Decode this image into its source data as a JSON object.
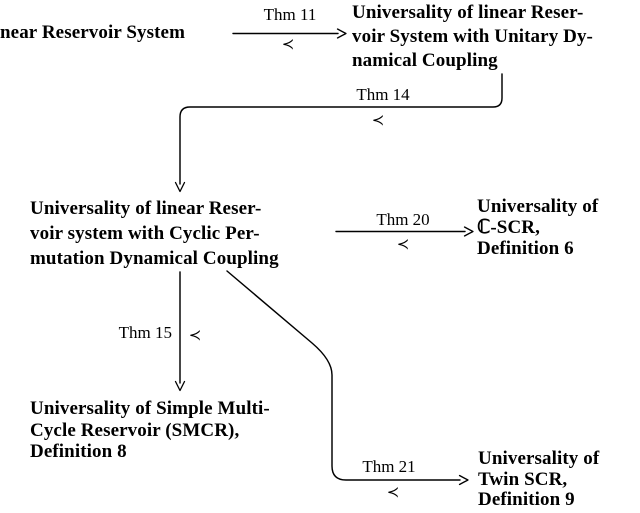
{
  "canvas": {
    "background": "#ffffff",
    "ink": "#000000"
  },
  "nodes": {
    "linear_reservoir": {
      "lines": [
        "near Reservoir System"
      ]
    },
    "unitary": {
      "lines": [
        "Universality of linear Reser-",
        "voir System with Unitary Dy-",
        "namical Coupling"
      ]
    },
    "cyclic_permutation": {
      "lines": [
        "Universality of linear Reser-",
        "voir system with Cyclic Per-",
        "mutation Dynamical Coupling"
      ]
    },
    "c_scr": {
      "lines": [
        "Universality of",
        "ℂ-SCR,",
        "Definition 6"
      ]
    },
    "smcr": {
      "lines": [
        "Universality of Simple Multi-",
        "Cycle Reservoir (SMCR),",
        "Definition 8"
      ]
    },
    "twin_scr": {
      "lines": [
        "Universality of",
        "Twin SCR,",
        "Definition 9"
      ]
    }
  },
  "edges": {
    "thm11": {
      "label": "Thm 11",
      "relation": "≺"
    },
    "thm14": {
      "label": "Thm 14",
      "relation": "≺"
    },
    "thm15": {
      "label": "Thm 15",
      "relation": "≺"
    },
    "thm20": {
      "label": "Thm 20",
      "relation": "≺"
    },
    "thm21": {
      "label": "Thm 21",
      "relation": "≺"
    }
  }
}
